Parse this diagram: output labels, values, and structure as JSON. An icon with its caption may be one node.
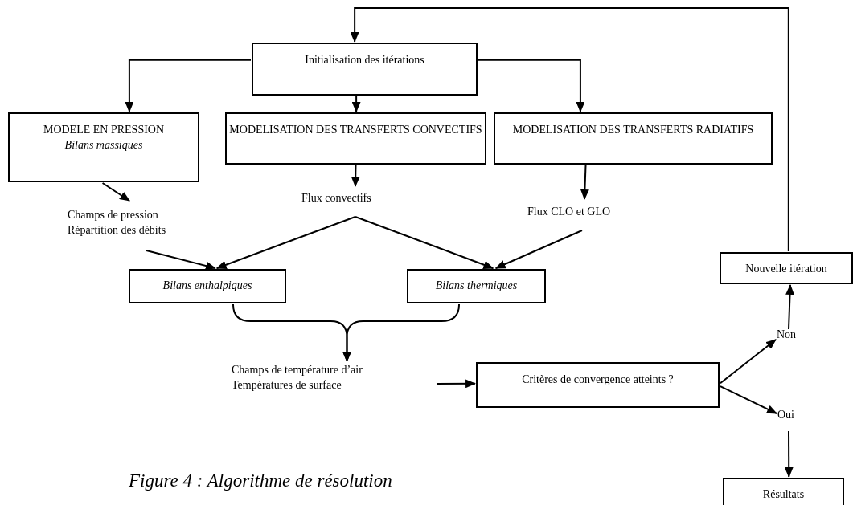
{
  "diagram": {
    "caption": "Figure 4 : Algorithme de résolution",
    "nodes": [
      {
        "text": [
          "Initialisation des itérations"
        ]
      },
      {
        "text": [
          "MODELE EN PRESSION",
          "Bilans massiques"
        ]
      },
      {
        "text": [
          "MODELISATION DES TRANSFERTS CONVECTIFS"
        ]
      },
      {
        "text": [
          "MODELISATION DES TRANSFERTS RADIATIFS"
        ]
      },
      {
        "text": [
          "Champs de pression Répartition des débits"
        ]
      },
      {
        "text": [
          "Flux convectifs"
        ]
      },
      {
        "text": [
          "Flux CLO et GLO"
        ]
      },
      {
        "text": [
          "Bilans enthalpiques"
        ]
      },
      {
        "text": [
          "Bilans thermiques"
        ]
      },
      {
        "text": [
          "Champs de température d’air Températures de surface"
        ]
      },
      {
        "text": [
          "Critères de convergence atteints ?"
        ]
      },
      {
        "text": [
          "Non"
        ]
      },
      {
        "text": [
          "Oui"
        ]
      },
      {
        "text": [
          "Nouvelle itération"
        ]
      },
      {
        "text": [
          "Résultats"
        ]
      }
    ],
    "edges": [
      {
        "from": 13,
        "to": 0,
        "arrow": "to"
      },
      {
        "from": 0,
        "to": 1,
        "arrow": "to"
      },
      {
        "from": 0,
        "to": 2,
        "arrow": "to"
      },
      {
        "from": 0,
        "to": 3,
        "arrow": "to"
      },
      {
        "from": 1,
        "to": 4,
        "arrow": "to"
      },
      {
        "from": 2,
        "to": 5,
        "arrow": "to"
      },
      {
        "from": 3,
        "to": 6,
        "arrow": "to"
      },
      {
        "from": 4,
        "to": 7,
        "arrow": "to"
      },
      {
        "from": 5,
        "to": 7,
        "arrow": "to"
      },
      {
        "from": 5,
        "to": 8,
        "arrow": "to"
      },
      {
        "from": 6,
        "to": 8,
        "arrow": "to"
      },
      {
        "from": 7,
        "to": 9,
        "arrow": "to"
      },
      {
        "from": 8,
        "to": 9,
        "arrow": "to"
      },
      {
        "from": null,
        "to": 10,
        "arrow": "to"
      },
      {
        "from": 10,
        "to": 11,
        "arrow": "to"
      },
      {
        "from": 10,
        "to": 12,
        "arrow": "to"
      },
      {
        "from": 11,
        "to": 13,
        "arrow": "to"
      },
      {
        "from": 12,
        "to": 14,
        "arrow": "to"
      }
    ]
  }
}
